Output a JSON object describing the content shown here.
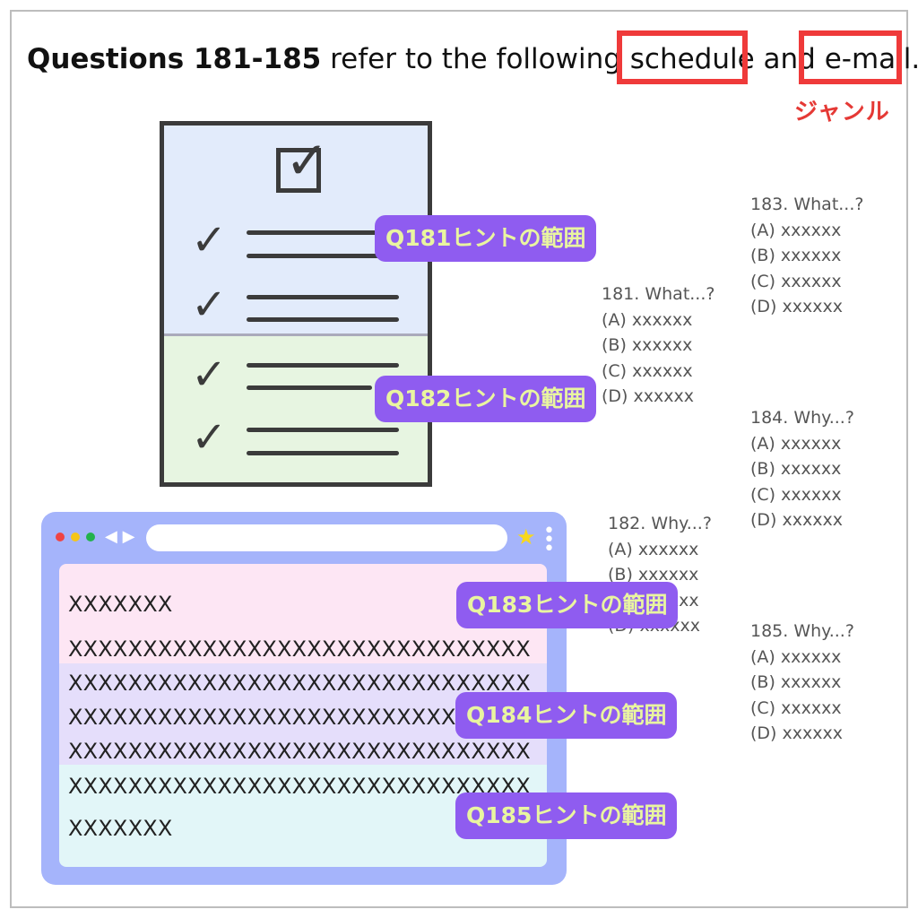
{
  "header": {
    "questions_bold": "Questions 181-185",
    "text_middle": " refer to the following ",
    "word_schedule": "schedule",
    "text_and": " and ",
    "word_email": "e-mail.",
    "genre_label": "ジャンル"
  },
  "pills": [
    "Q181ヒントの範囲",
    "Q182ヒントの範囲",
    "Q183ヒントの範囲",
    "Q184ヒントの範囲",
    "Q185ヒントの範囲"
  ],
  "questions": {
    "q183": {
      "title": "183. What...?",
      "a": "(A) xxxxxx",
      "b": "(B) xxxxxx",
      "c": "(C) xxxxxx",
      "d": "(D) xxxxxx"
    },
    "q181": {
      "title": "181. What...?",
      "a": "(A) xxxxxx",
      "b": "(B) xxxxxx",
      "c": "(C) xxxxxx",
      "d": "(D) xxxxxx"
    },
    "q184": {
      "title": "184. Why...?",
      "a": "(A) xxxxxx",
      "b": "(B) xxxxxx",
      "c": "(C) xxxxxx",
      "d": "(D) xxxxxx"
    },
    "q182": {
      "title": "182. Why...?",
      "a": "(A) xxxxxx",
      "b": "(B) xxxxxx",
      "c": "(C) xxxxxx",
      "d": "(D) xxxxxx"
    },
    "q185": {
      "title": "185. Why...?",
      "a": "(A) xxxxxx",
      "b": "(B) xxxxxx",
      "c": "(C) xxxxxx",
      "d": "(D) xxxxxx"
    }
  },
  "email_lines": [
    "XXXXXXX",
    "XXXXXXXXXXXXXXXXXXXXXXXXXXXXXXX",
    "XXXXXXXXXXXXXXXXXXXXXXXXXXXXXXX",
    "XXXXXXXXXXXXXXXXXXXXXXXXXXXXXXX",
    "XXXXXXXXXXXXXXXXXXXXXXXXXXXXXXX",
    "XXXXXXXXXXXXXXXXXXXXXXXXXXXXXXX",
    "XXXXXXX"
  ],
  "icons": {
    "checkbox": "checkbox-icon",
    "check": "check-icon",
    "star": "star-icon",
    "kebab": "more-vertical-icon",
    "nav": "nav-arrows-icon"
  },
  "colors": {
    "highlight": "#ef3a3a",
    "pill_bg": "#8f5cf0",
    "pill_text": "#e9f5a0",
    "schedule_top": "#e2ebfb",
    "schedule_bottom": "#e7f5e1",
    "browser": "#a5b4fb"
  }
}
